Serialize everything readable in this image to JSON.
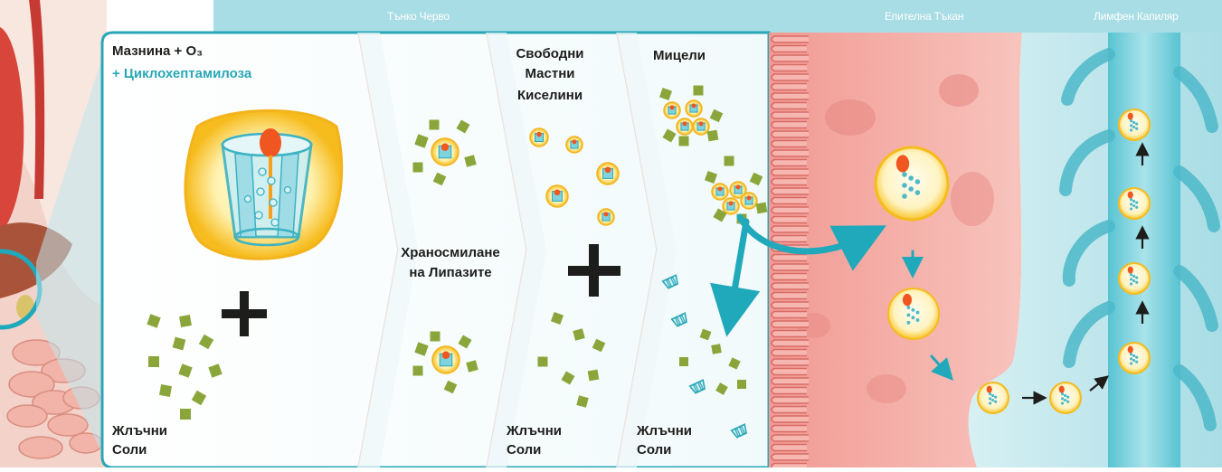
{
  "header": {
    "small_intestine": "Тънко Черво",
    "epithelial_tissue": "Епителна Тъкан",
    "lymph_capillary": "Лимфен Капиляр"
  },
  "panel1": {
    "title_line1": "Мазнина + O₃",
    "title_line2": "+ Циклохептамилоза",
    "bile_salts_line1": "Жлъчни",
    "bile_salts_line2": "Соли"
  },
  "panel2": {
    "process_line1": "Храносмилане",
    "process_line2": "на Липазите"
  },
  "panel3": {
    "title_line1": "Свободни",
    "title_line2": "Мастни",
    "title_line3": "Киселини",
    "bile_salts_line1": "Жлъчни",
    "bile_salts_line2": "Соли"
  },
  "panel4": {
    "title": "Мицели",
    "bile_salts_line1": "Жлъчни",
    "bile_salts_line2": "Соли"
  },
  "colors": {
    "teal": "#2aa7b6",
    "header_band": "#a9dde5",
    "bile_salt_green": "#8aa63b",
    "epithelium": "#f2a9a2",
    "lymph": "#bfe6ec",
    "droplet_yellow": "#f7c72e",
    "orange": "#f0561f"
  }
}
